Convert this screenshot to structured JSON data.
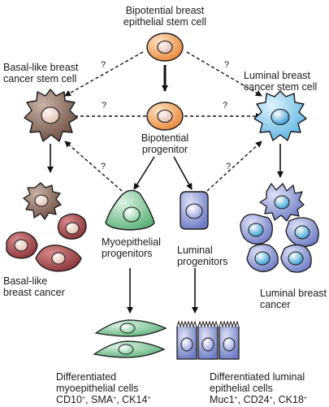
{
  "labels": {
    "stem_cell": [
      "Bipotential breast",
      "epithelial stem cell"
    ],
    "basal_stem": [
      "Basal-like breast",
      "cancer stem cell"
    ],
    "luminal_stem": [
      "Luminal breast",
      "cancer stem cell"
    ],
    "bipotential_progenitor": [
      "Bipotential",
      "progenitor"
    ],
    "myoepithelial_progenitors": [
      "Myoepithelial",
      "progenitors"
    ],
    "luminal_progenitors": [
      "Luminal",
      "progenitors"
    ],
    "basal_cancer": [
      "Basal-like",
      "breast cancer"
    ],
    "luminal_cancer": [
      "Luminal breast",
      "cancer"
    ],
    "diff_myo": [
      "Differentiated",
      "myoepithelial cells"
    ],
    "diff_myo_markers": [
      {
        "name": "CD10",
        "sup": "+"
      },
      {
        "name": "SMA",
        "sup": "+"
      },
      {
        "name": "CK14",
        "sup": "+"
      }
    ],
    "diff_lum": [
      "Differentiated luminal",
      "epithelial cells"
    ],
    "diff_lum_markers": [
      {
        "name": "Muc1",
        "sup": "+"
      },
      {
        "name": "CD24",
        "sup": "+"
      },
      {
        "name": "CK18",
        "sup": "+"
      }
    ]
  },
  "question_mark": "?",
  "colors": {
    "orange_cell": "#f0a25a",
    "basal_cell": "#8a6a5e",
    "luminal_stem_cell": "#8ccbea",
    "myo_cell": "#7fc79a",
    "luminal_prog_cell": "#8c96d2",
    "basal_cancer_cell": "#a4494e",
    "green_diff": "#4fa86d",
    "blue_diff": "#6f7cc4"
  }
}
